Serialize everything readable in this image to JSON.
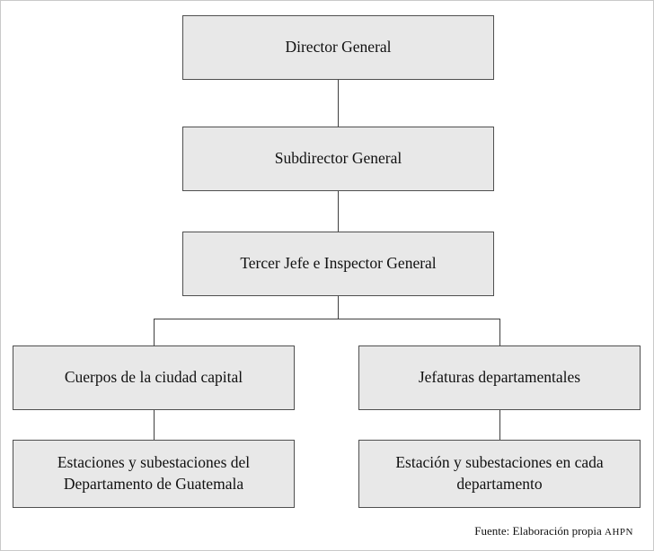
{
  "diagram": {
    "type": "org-chart",
    "description": "Organizational hierarchy chart with seven boxes connected by lines"
  },
  "nodes": {
    "director": {
      "label": "Director General"
    },
    "subdirector": {
      "label": "Subdirector General"
    },
    "tercer_jefe": {
      "label": "Tercer Jefe e Inspector General"
    },
    "cuerpos_capital": {
      "label": "Cuerpos de la ciudad capital"
    },
    "jefaturas_departamentales": {
      "label": "Jefaturas departamentales"
    },
    "estaciones_guatemala": {
      "label": "Estaciones y subestaciones del Departamento de Guatemala"
    },
    "estacion_departamento": {
      "label": "Estación y subestaciones en cada departamento"
    }
  },
  "edges": [
    [
      "director",
      "subdirector"
    ],
    [
      "subdirector",
      "tercer_jefe"
    ],
    [
      "tercer_jefe",
      "cuerpos_capital"
    ],
    [
      "tercer_jefe",
      "jefaturas_departamentales"
    ],
    [
      "cuerpos_capital",
      "estaciones_guatemala"
    ],
    [
      "jefaturas_departamentales",
      "estacion_departamento"
    ]
  ],
  "footer": {
    "source_label": "Fuente: Elaboración  propia",
    "source_org": "AHPN"
  },
  "colors": {
    "box_fill": "#e8e8e8",
    "box_border": "#4f4f4f",
    "connector_line": "#3f3f3f",
    "background": "#ffffff",
    "text": "#111111"
  }
}
